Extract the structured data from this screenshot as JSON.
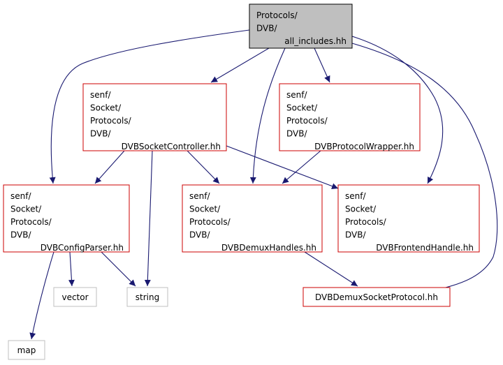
{
  "colors": {
    "edge": "#191970",
    "root_fill": "#bfbfbf",
    "root_border": "#000000",
    "node_border": "#cc0000",
    "external_border": "#bfbfbf"
  },
  "nodes": [
    {
      "id": "all_includes",
      "kind": "root",
      "lines": [
        "Protocols/",
        "DVB/",
        "all_includes.hh"
      ]
    },
    {
      "id": "dvb_socket_controller",
      "kind": "file",
      "lines": [
        "senf/",
        "Socket/",
        "Protocols/",
        "DVB/",
        "DVBSocketController.hh"
      ]
    },
    {
      "id": "dvb_protocol_wrapper",
      "kind": "file",
      "lines": [
        "senf/",
        "Socket/",
        "Protocols/",
        "DVB/",
        "DVBProtocolWrapper.hh"
      ]
    },
    {
      "id": "dvb_config_parser",
      "kind": "file",
      "lines": [
        "senf/",
        "Socket/",
        "Protocols/",
        "DVB/",
        "DVBConfigParser.hh"
      ]
    },
    {
      "id": "dvb_demux_handles",
      "kind": "file",
      "lines": [
        "senf/",
        "Socket/",
        "Protocols/",
        "DVB/",
        "DVBDemuxHandles.hh"
      ]
    },
    {
      "id": "dvb_frontend_handle",
      "kind": "file",
      "lines": [
        "senf/",
        "Socket/",
        "Protocols/",
        "DVB/",
        "DVBFrontendHandle.hh"
      ]
    },
    {
      "id": "vector",
      "kind": "external",
      "lines": [
        "vector"
      ]
    },
    {
      "id": "string",
      "kind": "external",
      "lines": [
        "string"
      ]
    },
    {
      "id": "dvb_demux_socket_protocol",
      "kind": "file",
      "lines": [
        "DVBDemuxSocketProtocol.hh"
      ]
    },
    {
      "id": "map",
      "kind": "external",
      "lines": [
        "map"
      ]
    }
  ],
  "edges": [
    {
      "from": "all_includes",
      "to": "dvb_socket_controller"
    },
    {
      "from": "all_includes",
      "to": "dvb_protocol_wrapper"
    },
    {
      "from": "all_includes",
      "to": "dvb_config_parser"
    },
    {
      "from": "all_includes",
      "to": "dvb_demux_handles"
    },
    {
      "from": "all_includes",
      "to": "dvb_frontend_handle"
    },
    {
      "from": "all_includes",
      "to": "dvb_demux_socket_protocol"
    },
    {
      "from": "dvb_socket_controller",
      "to": "dvb_config_parser"
    },
    {
      "from": "dvb_socket_controller",
      "to": "string"
    },
    {
      "from": "dvb_socket_controller",
      "to": "dvb_demux_handles"
    },
    {
      "from": "dvb_socket_controller",
      "to": "dvb_frontend_handle"
    },
    {
      "from": "dvb_protocol_wrapper",
      "to": "dvb_demux_handles"
    },
    {
      "from": "dvb_config_parser",
      "to": "vector"
    },
    {
      "from": "dvb_config_parser",
      "to": "string"
    },
    {
      "from": "dvb_config_parser",
      "to": "map"
    },
    {
      "from": "dvb_demux_handles",
      "to": "dvb_demux_socket_protocol"
    }
  ]
}
